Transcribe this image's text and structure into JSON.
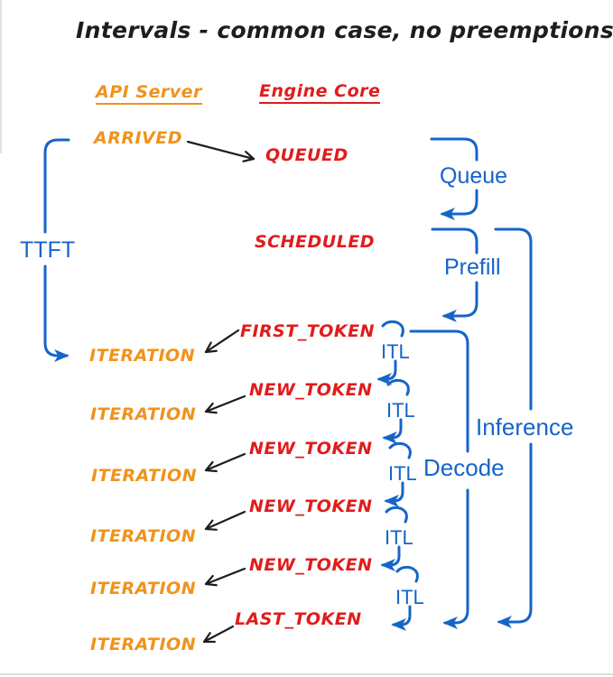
{
  "title": "Intervals - common case, no preemptions",
  "columns": {
    "api_server": "API Server",
    "engine_core": "Engine Core"
  },
  "api_events": {
    "arrived": "ARRIVED",
    "iterations": [
      "ITERATION",
      "ITERATION",
      "ITERATION",
      "ITERATION",
      "ITERATION",
      "ITERATION"
    ]
  },
  "engine_events": {
    "queued": "QUEUED",
    "scheduled": "SCHEDULED",
    "first_token": "FIRST_TOKEN",
    "new_tokens": [
      "NEW_TOKEN",
      "NEW_TOKEN",
      "NEW_TOKEN",
      "NEW_TOKEN"
    ],
    "last_token": "LAST_TOKEN"
  },
  "intervals": {
    "ttft": "TTFT",
    "queue": "Queue",
    "prefill": "Prefill",
    "itl": [
      "ITL",
      "ITL",
      "ITL",
      "ITL",
      "ITL"
    ],
    "decode": "Decode",
    "inference": "Inference"
  },
  "colors": {
    "api_server_orange": "#f0931b",
    "engine_core_red": "#e01c1c",
    "interval_blue": "#1565c8",
    "ink_black": "#1d1d1d"
  }
}
